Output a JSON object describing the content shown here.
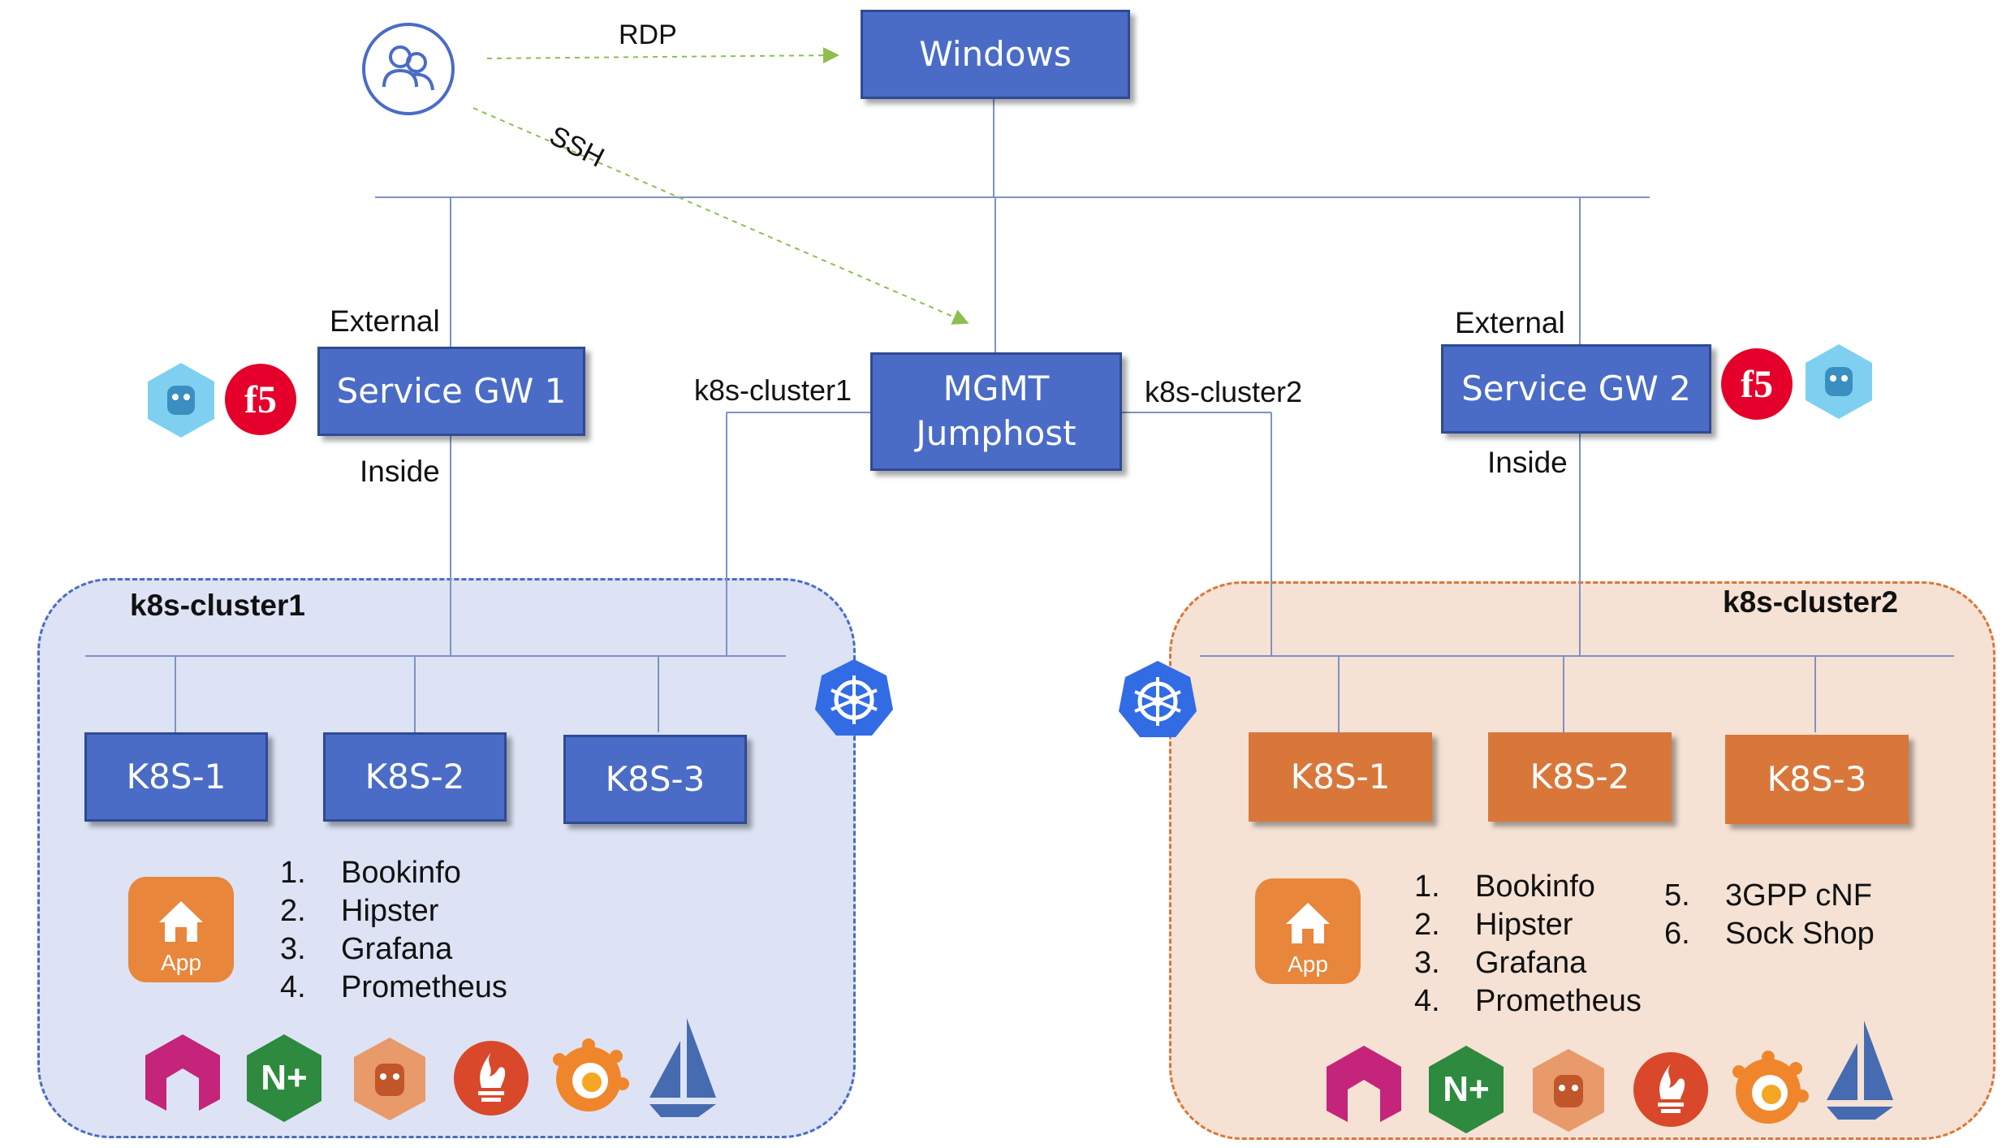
{
  "nodes": {
    "windows": "Windows",
    "mgmt_line1": "MGMT",
    "mgmt_line2": "Jumphost",
    "gw1": "Service GW 1",
    "gw2": "Service GW 2"
  },
  "links": {
    "rdp": "RDP",
    "ssh": "SSH",
    "external1": "External",
    "external2": "External",
    "inside1": "Inside",
    "inside2": "Inside",
    "k8s_cluster1": "k8s-cluster1",
    "k8s_cluster2": "k8s-cluster2"
  },
  "cluster1": {
    "title": "k8s-cluster1",
    "fill": "#dde3f4",
    "border": "#4a6cc6",
    "nodes": [
      "K8S-1",
      "K8S-2",
      "K8S-3"
    ],
    "app_label": "App",
    "apps": [
      {
        "num": "1.",
        "name": "Bookinfo"
      },
      {
        "num": "2.",
        "name": "Hipster"
      },
      {
        "num": "3.",
        "name": "Grafana"
      },
      {
        "num": "4.",
        "name": "Prometheus"
      }
    ]
  },
  "cluster2": {
    "title": "k8s-cluster2",
    "fill": "#f5e2d4",
    "border": "#d9773a",
    "nodes": [
      "K8S-1",
      "K8S-2",
      "K8S-3"
    ],
    "app_label": "App",
    "apps": [
      {
        "num": "1.",
        "name": "Bookinfo"
      },
      {
        "num": "2.",
        "name": "Hipster"
      },
      {
        "num": "3.",
        "name": "Grafana"
      },
      {
        "num": "4.",
        "name": "Prometheus"
      }
    ],
    "apps_extra": [
      {
        "num": "5.",
        "name": "3GPP cNF"
      },
      {
        "num": "6.",
        "name": "Sock Shop"
      }
    ]
  },
  "logos": {
    "f5_text": "f5",
    "nginx_plus_text": "N+"
  },
  "colors": {
    "node_blue": "#4a6cc6",
    "node_orange": "#d9773a",
    "line": "#7d92c4",
    "arrow": "#8dbf4f",
    "k8s_blue": "#326ce5"
  }
}
